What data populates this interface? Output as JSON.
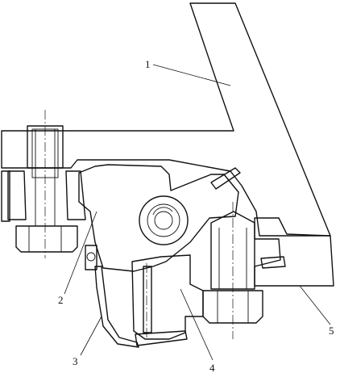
{
  "diagram": {
    "callouts": [
      {
        "id": "c1",
        "label": "1"
      },
      {
        "id": "c2",
        "label": "2"
      },
      {
        "id": "c3",
        "label": "3"
      },
      {
        "id": "c4",
        "label": "4"
      },
      {
        "id": "c5",
        "label": "5"
      }
    ],
    "colors": {
      "line": "#111111",
      "background": "#ffffff"
    }
  }
}
